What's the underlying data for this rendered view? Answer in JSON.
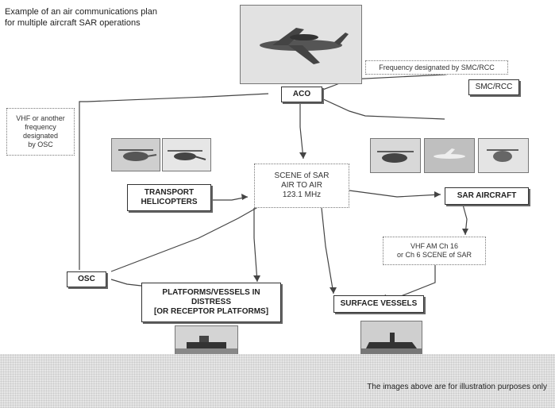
{
  "title_line1": "Example of an air communications plan",
  "title_line2": "for multiple aircraft SAR operations",
  "nodes": {
    "aco": "ACO",
    "smc_rcc": "SMC/RCC",
    "osc": "OSC",
    "transport_line1": "TRANSPORT",
    "transport_line2": "HELICOPTERS",
    "sar_aircraft": "SAR AIRCRAFT",
    "platforms_line1": "PLATFORMS/VESSELS IN",
    "platforms_line2": "DISTRESS",
    "platforms_line3": "[OR RECEPTOR PLATFORMS]",
    "surface_vessels": "SURFACE VESSELS"
  },
  "notes": {
    "freq_smc": "Frequency designated by SMC/RCC",
    "vhf_osc_line1": "VHF or another",
    "vhf_osc_line2": "frequency",
    "vhf_osc_line3": "designated",
    "vhf_osc_line4": "by OSC",
    "scene_line1": "SCENE of SAR",
    "scene_line2": "AIR TO AIR",
    "scene_line3": "123.1 MHz",
    "vhf_am_line1": "VHF AM Ch 16",
    "vhf_am_line2": "or Ch 6 SCENE of SAR"
  },
  "footer": "The images above are for illustration purposes only"
}
